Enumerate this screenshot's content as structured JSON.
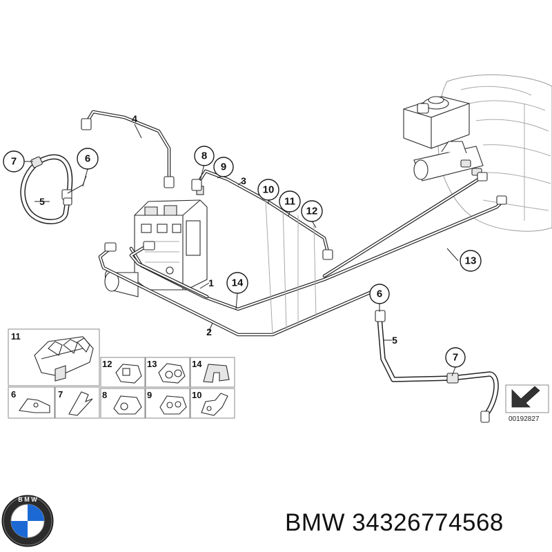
{
  "diagram": {
    "callouts": [
      {
        "id": "c4",
        "label": "4",
        "circled": false
      },
      {
        "id": "c7a",
        "label": "7",
        "circled": true
      },
      {
        "id": "c6a",
        "label": "6",
        "circled": true
      },
      {
        "id": "c5a",
        "label": "5",
        "circled": false
      },
      {
        "id": "c8",
        "label": "8",
        "circled": true
      },
      {
        "id": "c9",
        "label": "9",
        "circled": true
      },
      {
        "id": "c3",
        "label": "3",
        "circled": false
      },
      {
        "id": "c10",
        "label": "10",
        "circled": true
      },
      {
        "id": "c11",
        "label": "11",
        "circled": true
      },
      {
        "id": "c12",
        "label": "12",
        "circled": true
      },
      {
        "id": "c13",
        "label": "13",
        "circled": true
      },
      {
        "id": "c1",
        "label": "1",
        "circled": false
      },
      {
        "id": "c14",
        "label": "14",
        "circled": true
      },
      {
        "id": "c2",
        "label": "2",
        "circled": false
      },
      {
        "id": "c6b",
        "label": "6",
        "circled": true
      },
      {
        "id": "c5b",
        "label": "5",
        "circled": false
      },
      {
        "id": "c7b",
        "label": "7",
        "circled": true
      }
    ],
    "inset_labels": [
      "11",
      "12",
      "13",
      "14",
      "6",
      "7",
      "8",
      "9",
      "10"
    ],
    "drawing_number": "00192827"
  },
  "caption": {
    "text": "BMW 34326774568"
  },
  "colors": {
    "line": "#222222",
    "background": "#ffffff",
    "logo_blue": "#1c69d4"
  },
  "icons": [
    "bmw-logo-icon",
    "direction-arrow-icon"
  ]
}
